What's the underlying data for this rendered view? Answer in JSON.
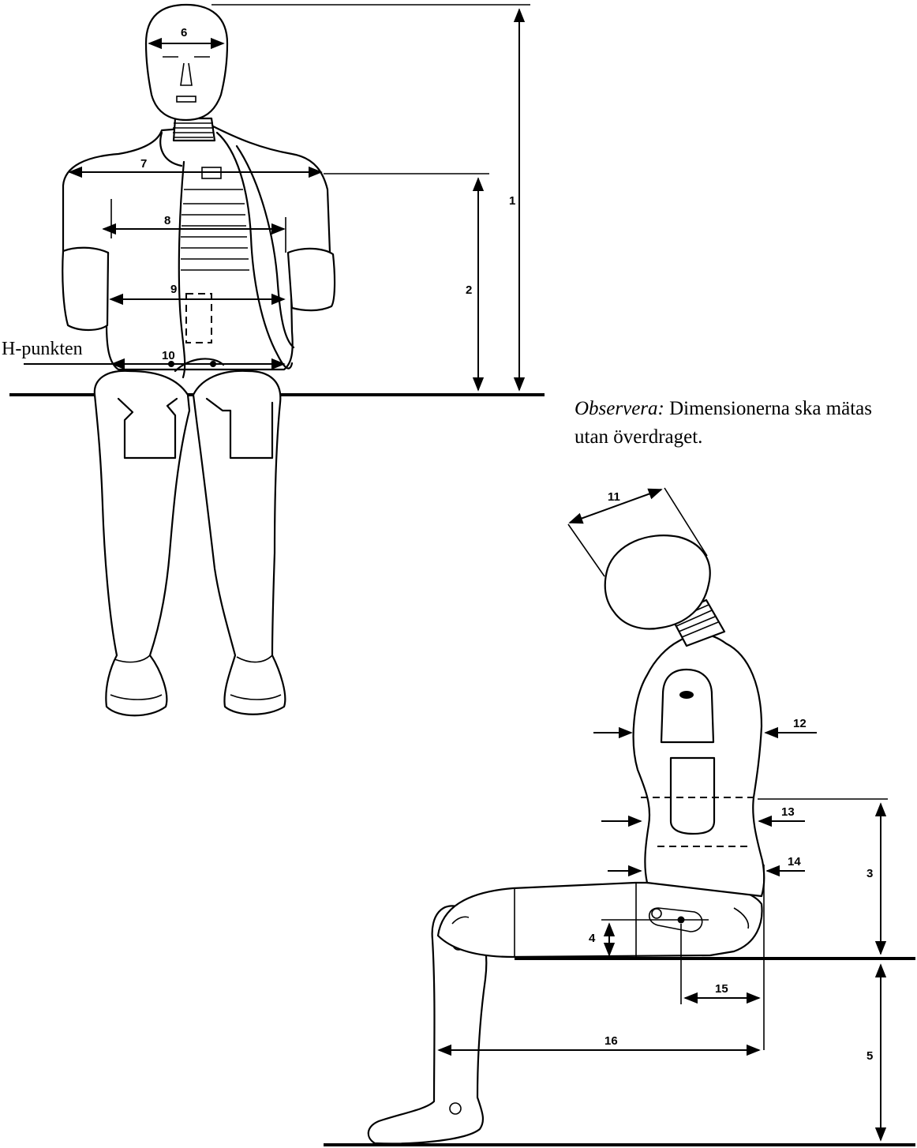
{
  "labels": {
    "h_point": "H-punkten",
    "dimensions": [
      "1",
      "2",
      "3",
      "4",
      "5",
      "6",
      "7",
      "8",
      "9",
      "10",
      "11",
      "12",
      "13",
      "14",
      "15",
      "16"
    ]
  },
  "note": {
    "prefix": "Observera:",
    "text": " Dimensionerna ska mätas utan överdraget."
  },
  "colors": {
    "ink": "#000000",
    "background": "#ffffff"
  }
}
